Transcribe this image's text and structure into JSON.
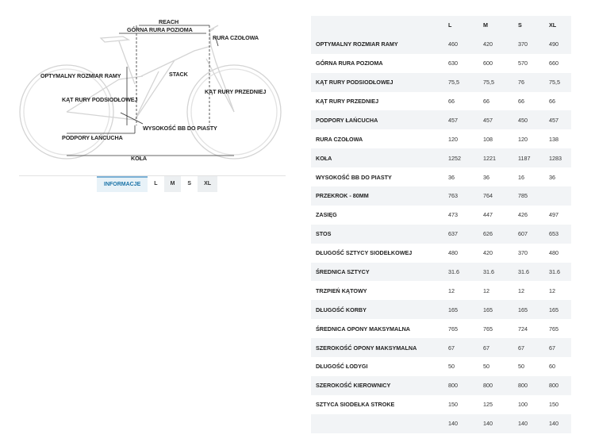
{
  "diagram": {
    "labels": {
      "reach": "REACH",
      "top_tube": "GÓRNA RURA POZIOMA",
      "head_tube": "RURA CZOŁOWA",
      "frame_size": "OPTYMALNY ROZMIAR RAMY",
      "stack": "STACK",
      "seat_angle": "KĄT RURY PODSIODŁOWEJ",
      "head_angle": "KĄT RURY PRZEDNIEJ",
      "bb_height": "WYSOKOŚĆ BB DO PIASTY",
      "chainstay": "PODPORY ŁAŃCUCHA",
      "wheelbase": "KOŁA"
    }
  },
  "tabs": [
    "INFORMACJE",
    "L",
    "M",
    "S",
    "XL"
  ],
  "table": {
    "headers": [
      "",
      "L",
      "M",
      "S",
      "XL"
    ],
    "rows": [
      [
        "OPTYMALNY ROZMIAR RAMY",
        "460",
        "420",
        "370",
        "490"
      ],
      [
        "GÓRNA RURA POZIOMA",
        "630",
        "600",
        "570",
        "660"
      ],
      [
        "KĄT RURY PODSIODŁOWEJ",
        "75,5",
        "75,5",
        "76",
        "75,5"
      ],
      [
        "KĄT RURY PRZEDNIEJ",
        "66",
        "66",
        "66",
        "66"
      ],
      [
        "PODPORY ŁAŃCUCHA",
        "457",
        "457",
        "450",
        "457"
      ],
      [
        "RURA CZOŁOWA",
        "120",
        "108",
        "120",
        "138"
      ],
      [
        "KOŁA",
        "1252",
        "1221",
        "1187",
        "1283"
      ],
      [
        "WYSOKOŚĆ BB DO PIASTY",
        "36",
        "36",
        "16",
        "36"
      ],
      [
        "PRZEKROK - 80MM",
        "763",
        "764",
        "785",
        ""
      ],
      [
        "ZASIĘG",
        "473",
        "447",
        "426",
        "497"
      ],
      [
        "STOS",
        "637",
        "626",
        "607",
        "653"
      ],
      [
        "DŁUGOŚĆ SZTYCY SIODEŁKOWEJ",
        "480",
        "420",
        "370",
        "480"
      ],
      [
        "ŚREDNICA SZTYCY",
        "31.6",
        "31.6",
        "31.6",
        "31.6"
      ],
      [
        "TRZPIEŃ KĄTOWY",
        "12",
        "12",
        "12",
        "12"
      ],
      [
        "DŁUGOŚĆ KORBY",
        "165",
        "165",
        "165",
        "165"
      ],
      [
        "ŚREDNICA OPONY MAKSYMALNA",
        "765",
        "765",
        "724",
        "765"
      ],
      [
        "SZEROKOŚĆ OPONY MAKSYMALNA",
        "67",
        "67",
        "67",
        "67"
      ],
      [
        "DŁUGOŚĆ ŁODYGI",
        "50",
        "50",
        "50",
        "60"
      ],
      [
        "SZEROKOŚĆ KIEROWNICY",
        "800",
        "800",
        "800",
        "800"
      ],
      [
        "SZTYCA SIODEŁKA STROKE",
        "150",
        "125",
        "100",
        "150"
      ],
      [
        "",
        "140",
        "140",
        "140",
        "140"
      ]
    ]
  },
  "colors": {
    "active_tab_text": "#1c74a8",
    "row_stripe": "#f2f4f6",
    "tab_grey": "#eceff1"
  }
}
